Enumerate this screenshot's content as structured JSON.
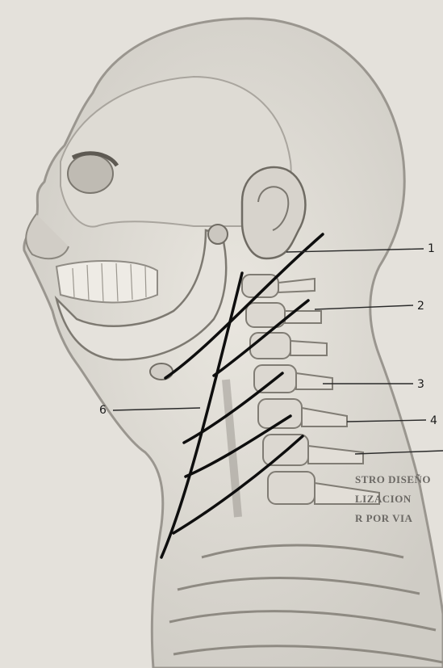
{
  "figure": {
    "callouts": [
      {
        "id": "1",
        "label": "1"
      },
      {
        "id": "2",
        "label": "2"
      },
      {
        "id": "3",
        "label": "3"
      },
      {
        "id": "4",
        "label": "4"
      },
      {
        "id": "6",
        "label": "6"
      }
    ],
    "bleed_through_text": [
      "STRO DISEÑO",
      "LIZACION",
      "R POR VIA"
    ]
  }
}
